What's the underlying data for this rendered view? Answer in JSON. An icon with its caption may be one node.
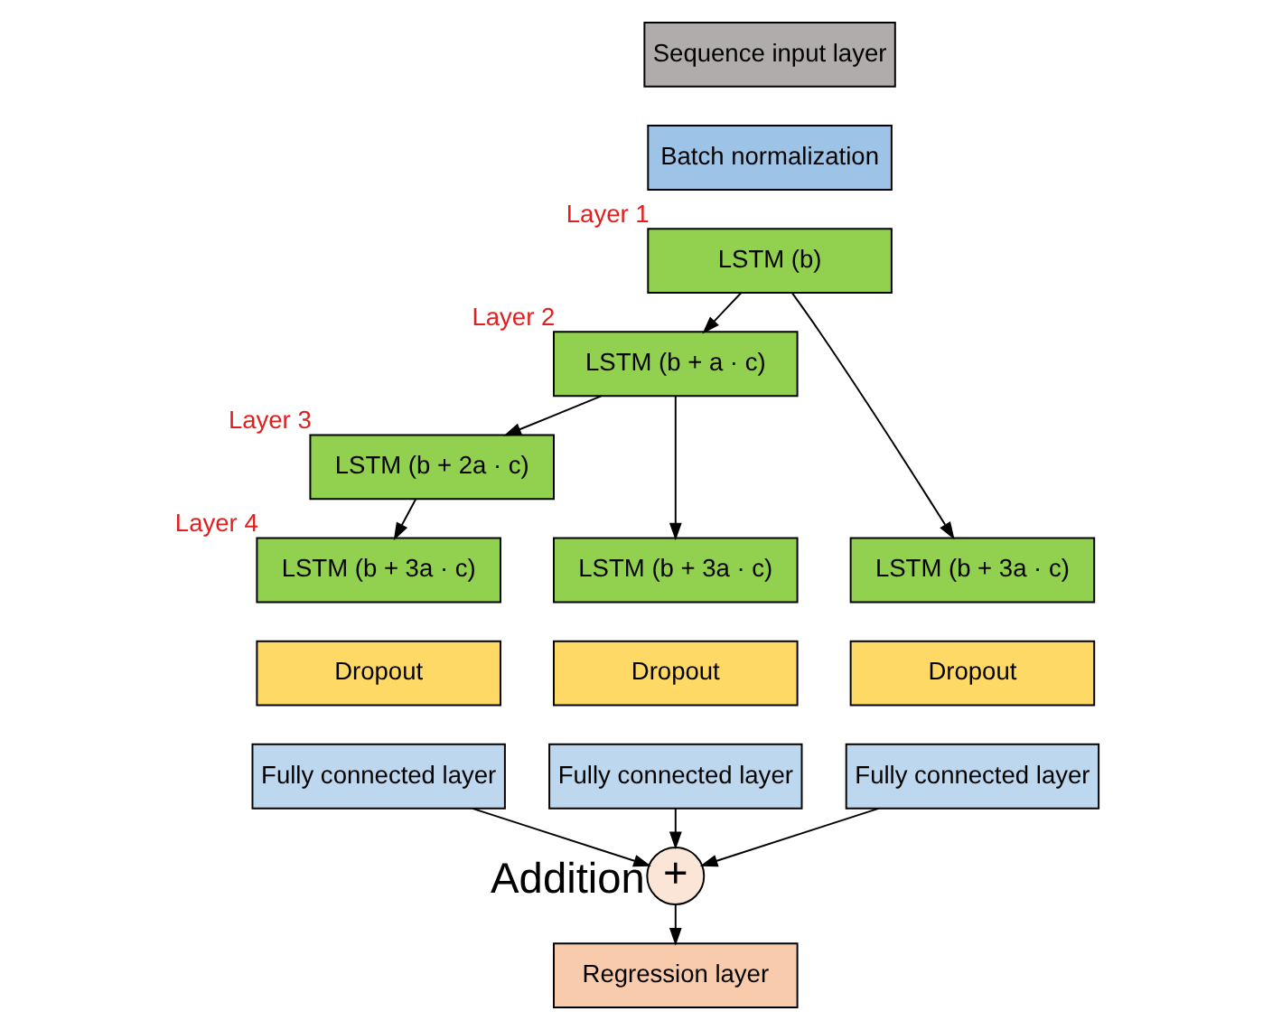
{
  "diagram": {
    "nodes": [
      {
        "text": [
          "Sequence input layer"
        ]
      },
      {
        "text": [
          "Batch normalization"
        ]
      },
      {
        "text": [
          "LSTM (b)"
        ],
        "beside": [
          "Layer 1"
        ]
      },
      {
        "text": [
          "LSTM (b + a · c)"
        ],
        "beside": [
          "Layer 2"
        ]
      },
      {
        "text": [
          "LSTM (b + 2a · c)"
        ],
        "beside": [
          "Layer 3"
        ]
      },
      {
        "text": [
          "LSTM (b + 3a · c)"
        ],
        "beside": [
          "Layer 4"
        ]
      },
      {
        "text": [
          "Dropout"
        ]
      },
      {
        "text": [
          "Fully connected layer"
        ]
      },
      {
        "text": [
          "LSTM (b + 3a · c)"
        ]
      },
      {
        "text": [
          "Dropout"
        ]
      },
      {
        "text": [
          "Fully connected layer"
        ]
      },
      {
        "text": [
          "LSTM (b + 3a · c)"
        ]
      },
      {
        "text": [
          "Dropout"
        ]
      },
      {
        "text": [
          "Fully connected layer"
        ]
      },
      {
        "text": [
          "+"
        ],
        "beside": [
          "Addition"
        ]
      },
      {
        "text": [
          "Regression layer"
        ]
      }
    ],
    "edges": [
      {
        "from": 2,
        "to": 3,
        "arrow": "to"
      },
      {
        "from": 2,
        "to": 11,
        "arrow": "to"
      },
      {
        "from": 3,
        "to": 4,
        "arrow": "to"
      },
      {
        "from": 3,
        "to": 8,
        "arrow": "to"
      },
      {
        "from": 4,
        "to": 5,
        "arrow": "to"
      },
      {
        "from": 7,
        "to": 14,
        "arrow": "to"
      },
      {
        "from": 10,
        "to": 14,
        "arrow": "to"
      },
      {
        "from": 13,
        "to": 14,
        "arrow": "to"
      },
      {
        "from": 14,
        "to": 15,
        "arrow": "to"
      }
    ]
  }
}
